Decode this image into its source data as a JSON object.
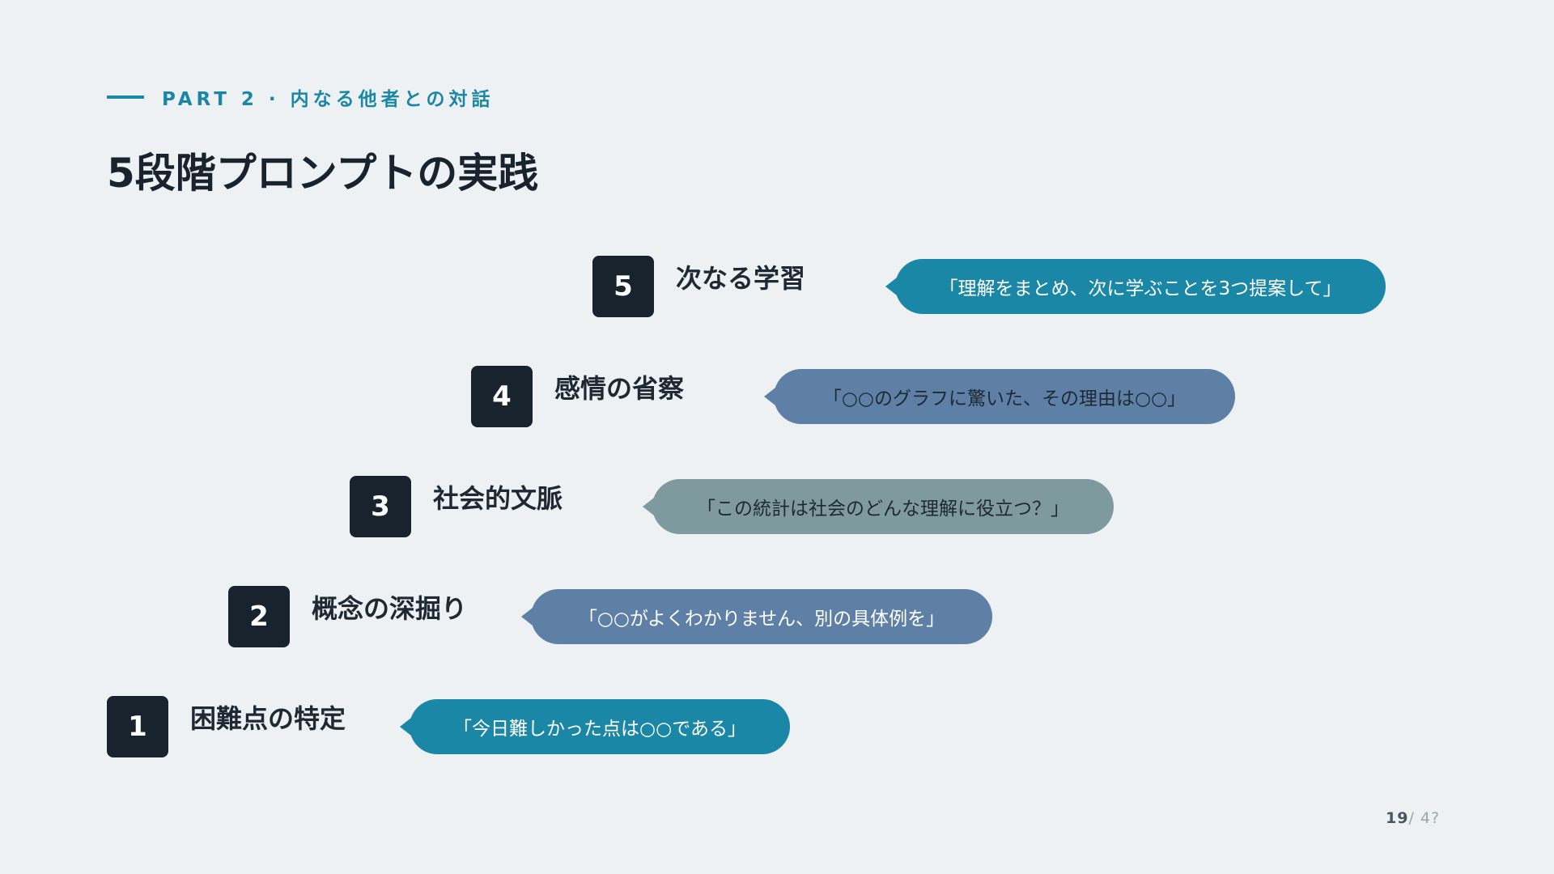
{
  "header": {
    "section_label": "PART 2 · 内なる他者との対話",
    "title": "5段階プロンプトの実践"
  },
  "steps": [
    {
      "number": "5",
      "label": "次なる学習",
      "prompt": "「理解をまとめ、次に学ぶことを3つ提案して」",
      "color": "#1B87A6"
    },
    {
      "number": "4",
      "label": "感情の省察",
      "prompt": "「○○のグラフに驚いた、その理由は○○」",
      "color": "#5E80A6"
    },
    {
      "number": "3",
      "label": "社会的文脈",
      "prompt": "「この統計は社会のどんな理解に役立つ？」",
      "color": "#7F9A9F"
    },
    {
      "number": "2",
      "label": "概念の深掘り",
      "prompt": "「○○がよくわかりません、別の具体例を」",
      "color": "#5E80A6"
    },
    {
      "number": "1",
      "label": "困難点の特定",
      "prompt": "「今日難しかった点は○○である」",
      "color": "#1B87A6"
    }
  ],
  "pager": {
    "current": "19",
    "total": "/ 4?"
  }
}
